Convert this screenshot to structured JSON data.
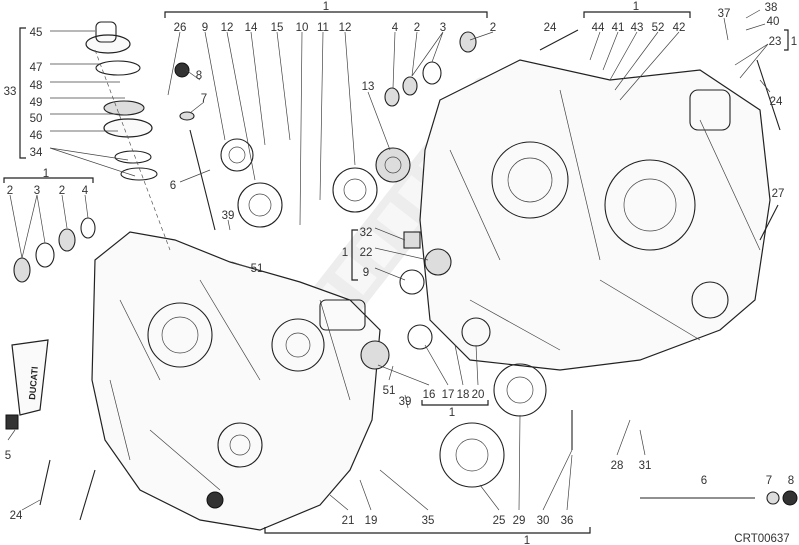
{
  "diagram": {
    "title": "Crankcase exploded parts diagram",
    "reference_code": "CRT00637",
    "watermark": "PartsRepublik",
    "tube_label": "DUCATI",
    "callouts": [
      "1",
      "26",
      "9",
      "12",
      "14",
      "15",
      "10",
      "11",
      "12",
      "4",
      "2",
      "3",
      "2",
      "24",
      "1",
      "44",
      "41",
      "43",
      "52",
      "42",
      "37",
      "38",
      "40",
      "23",
      "1",
      "24",
      "45",
      "47",
      "48",
      "49",
      "50",
      "46",
      "34",
      "33",
      "8",
      "7",
      "6",
      "39",
      "51",
      "13",
      "32",
      "22",
      "1",
      "9",
      "27",
      "1",
      "2",
      "3",
      "2",
      "4",
      "5",
      "24",
      "51",
      "39",
      "16",
      "17",
      "18",
      "20",
      "1",
      "28",
      "31",
      "6",
      "7",
      "8",
      "21",
      "19",
      "35",
      "25",
      "29",
      "30",
      "36",
      "1"
    ]
  }
}
